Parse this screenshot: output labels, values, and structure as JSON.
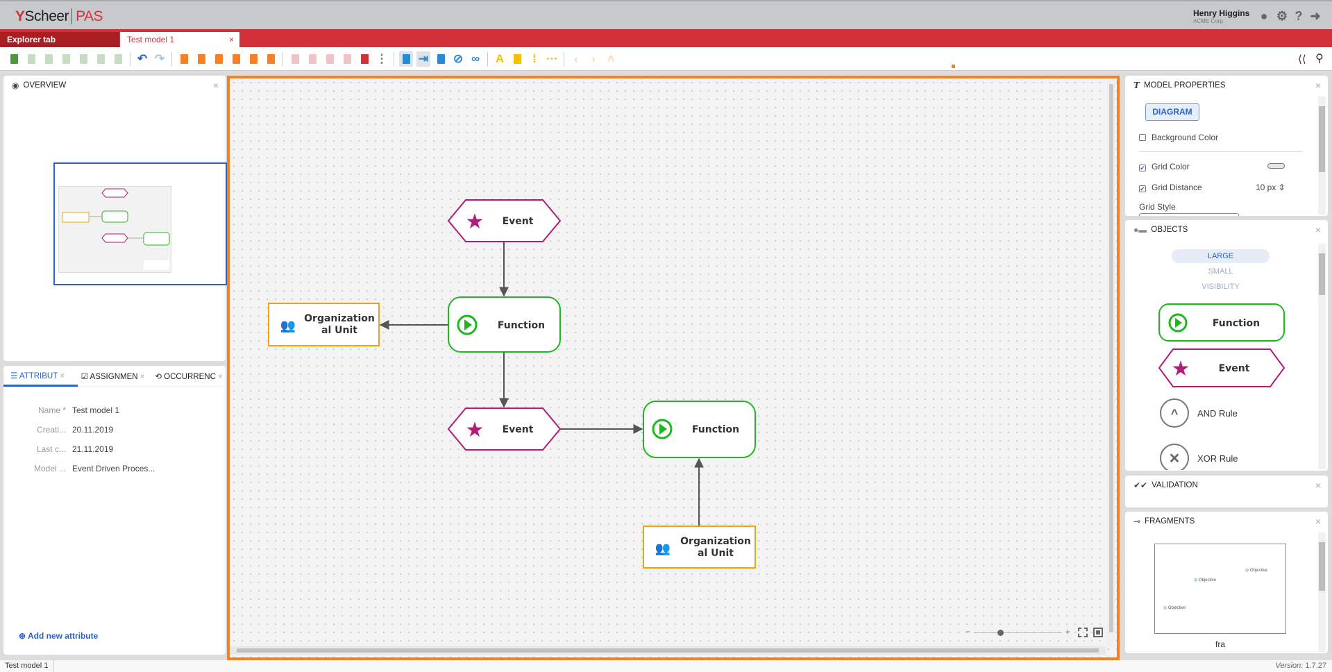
{
  "header": {
    "logo_text": "Scheer",
    "logo_product": "PAS",
    "user_name": "Henry Higgins",
    "user_company": "ACME Corp.",
    "icons": [
      "user-icon",
      "gear-icon",
      "help-icon",
      "logout-icon"
    ]
  },
  "tabs": [
    {
      "label": "Explorer tab",
      "active": false
    },
    {
      "label": "Test model 1",
      "active": true,
      "close": "×"
    }
  ],
  "toolbar": {
    "groups": [
      [
        {
          "name": "new-model-icon",
          "color": "#4a9a3a"
        },
        {
          "name": "delete-icon",
          "color": "#c8dcc4"
        },
        {
          "name": "duplicate-icon",
          "color": "#c8dcc4"
        },
        {
          "name": "cut-icon",
          "color": "#c8dcc4"
        },
        {
          "name": "copy-icon",
          "color": "#c8dcc4"
        },
        {
          "name": "paste-icon",
          "color": "#c8dcc4"
        },
        {
          "name": "format-painter-icon",
          "color": "#c8dcc4"
        }
      ],
      [
        {
          "name": "undo-icon",
          "color": "#2a62c9",
          "glyph": "↶"
        },
        {
          "name": "redo-icon",
          "color": "#a9c0e6",
          "glyph": "↷"
        }
      ],
      [
        {
          "name": "import-icon",
          "color": "#f58025"
        },
        {
          "name": "export-icon",
          "color": "#f58025"
        },
        {
          "name": "share-icon",
          "color": "#f58025"
        },
        {
          "name": "pin-icon",
          "color": "#f58025"
        },
        {
          "name": "print-icon",
          "color": "#f58025"
        },
        {
          "name": "word-export-icon",
          "color": "#f58025"
        }
      ],
      [
        {
          "name": "bring-front-icon",
          "color": "#f0c4c6"
        },
        {
          "name": "send-back-icon",
          "color": "#f0c4c6"
        },
        {
          "name": "group-icon",
          "color": "#f0c4c6"
        },
        {
          "name": "ungroup-icon",
          "color": "#f0c4c6"
        },
        {
          "name": "hierarchy-icon",
          "color": "#d1323a"
        },
        {
          "name": "more-icon",
          "color": "#777",
          "glyph": "⋮"
        }
      ],
      [
        {
          "name": "layout-grid-icon",
          "color": "#2a8ad1",
          "active": true
        },
        {
          "name": "connector-icon",
          "color": "#2a8ad1",
          "active": true,
          "glyph": "⇥"
        },
        {
          "name": "checkbox-icon",
          "color": "#2a8ad1"
        },
        {
          "name": "hide-icon",
          "color": "#2a8ad1",
          "glyph": "⊘"
        },
        {
          "name": "link-icon",
          "color": "#2a8ad1",
          "glyph": "∞"
        }
      ],
      [
        {
          "name": "text-color-icon",
          "color": "#f5c000",
          "glyph": "A"
        },
        {
          "name": "image-icon",
          "color": "#f5c000"
        },
        {
          "name": "grid-vertical-icon",
          "color": "#f5c000",
          "glyph": "⁞"
        },
        {
          "name": "grid-horizontal-icon",
          "color": "#f5c000",
          "glyph": "⋯"
        }
      ],
      [
        {
          "name": "chevron-left-icon",
          "color": "#f8d7b8",
          "glyph": "‹"
        },
        {
          "name": "chevron-right-icon",
          "color": "#f8d7b8",
          "glyph": "›"
        },
        {
          "name": "chevron-up-icon",
          "color": "#f8d7b8",
          "glyph": "˄"
        }
      ]
    ],
    "right_icons": [
      "collapse-panel-icon",
      "search-icon"
    ]
  },
  "overview": {
    "title": "OVERVIEW",
    "close": "×"
  },
  "attributes": {
    "tabs": [
      {
        "label": "ATTRIBUT",
        "active": true
      },
      {
        "label": "ASSIGNMEN"
      },
      {
        "label": "OCCURRENC"
      }
    ],
    "rows": [
      {
        "label": "Name *",
        "value": "Test model 1"
      },
      {
        "label": "Creati...",
        "value": "20.11.2019"
      },
      {
        "label": "Last c...",
        "value": "21.11.2019"
      },
      {
        "label": "Model ...",
        "value": "Event Driven Proces..."
      }
    ],
    "add_label": "Add new attribute"
  },
  "diagram": {
    "nodes": [
      {
        "type": "event",
        "label": "Event"
      },
      {
        "type": "function",
        "label": "Function"
      },
      {
        "type": "org",
        "label": "Organization",
        "label2": "al Unit"
      },
      {
        "type": "event",
        "label": "Event"
      },
      {
        "type": "function",
        "label": "Function"
      },
      {
        "type": "org",
        "label": "Organization",
        "label2": "al Unit"
      }
    ],
    "colors": {
      "event": "#b01c7a",
      "function": "#1db81d",
      "org": "#f0a30a",
      "edge": "#555555",
      "canvas_border": "#f58025"
    }
  },
  "model_properties": {
    "title": "MODEL PROPERTIES",
    "close": "×",
    "diagram_button": "DIAGRAM",
    "background_color": {
      "label": "Background Color",
      "checked": false
    },
    "grid_color": {
      "label": "Grid Color",
      "checked": true
    },
    "grid_distance": {
      "label": "Grid Distance",
      "checked": true,
      "value": "10 px"
    },
    "grid_style": {
      "label": "Grid Style"
    }
  },
  "objects": {
    "title": "OBJECTS",
    "close": "×",
    "views": [
      "LARGE",
      "SMALL",
      "VISIBILITY"
    ],
    "active_view": "LARGE",
    "items": [
      {
        "label": "Function"
      },
      {
        "label": "Event"
      },
      {
        "label": "AND Rule"
      },
      {
        "label": "XOR Rule"
      }
    ]
  },
  "validation": {
    "title": "VALIDATION",
    "close": "×"
  },
  "fragments": {
    "title": "FRAGMENTS",
    "close": "×",
    "preview_labels": [
      "Objective",
      "Objective",
      "Objective"
    ],
    "name": "fra"
  },
  "status": {
    "model": "Test model 1",
    "version_label": "Version:",
    "version": "1.7.27"
  },
  "zoom": {
    "minus": "−",
    "plus": "+",
    "level": 0.3
  }
}
